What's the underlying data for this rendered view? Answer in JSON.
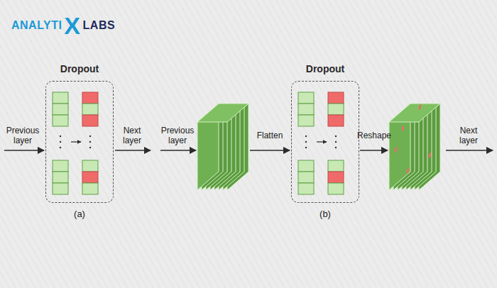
{
  "diagram": {
    "nodes": [
      {
        "text": [
          "Dropout"
        ]
      },
      {
        "text": [
          "Dropout"
        ]
      }
    ],
    "labels": [
      "ANALYTI",
      "X",
      "LABS",
      "Previous layer",
      "Next layer",
      "(a)",
      "Previous layer",
      "Flatten",
      "Reshape",
      "Next layer",
      "(b)"
    ]
  }
}
